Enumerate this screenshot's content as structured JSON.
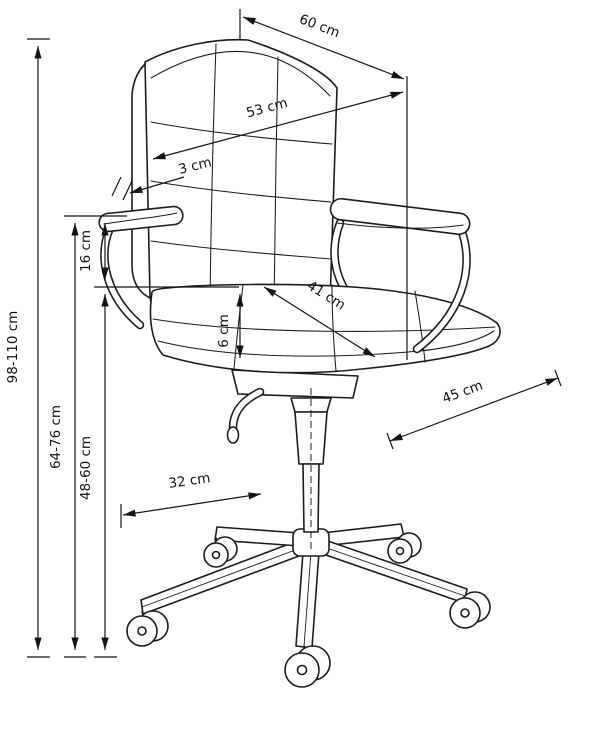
{
  "diagram": {
    "line_color": "#1c1c1c",
    "background": "#ffffff",
    "dimensions": {
      "backrest_top_width": "60 cm",
      "backrest_diagonal_width": "53 cm",
      "backrest_thickness": "3 cm",
      "armrest_above_seat": "16 cm",
      "seat_cushion_thickness": "6 cm",
      "seat_depth": "41 cm",
      "seat_width": "45 cm",
      "base_arm_length": "32 cm",
      "seat_height": "48-60 cm",
      "armrest_height": "64-76 cm",
      "total_height": "98-110 cm"
    }
  }
}
